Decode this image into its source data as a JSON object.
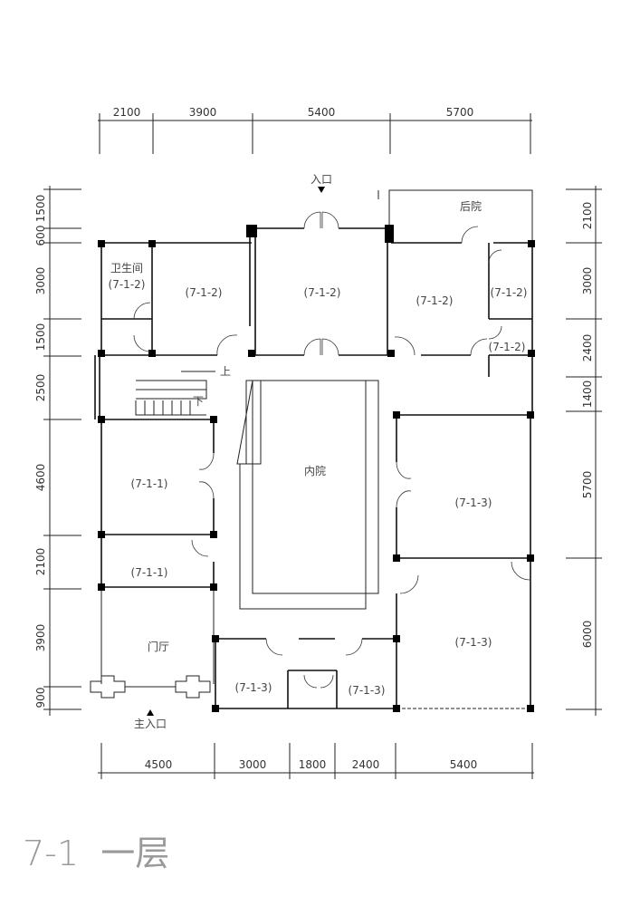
{
  "title": "7-1  一层",
  "dimensions": {
    "top": [
      "2100",
      "3900",
      "5400",
      "5700"
    ],
    "bottom": [
      "4500",
      "3000",
      "1800",
      "2400",
      "5400"
    ],
    "left": [
      "1500",
      "600",
      "3000",
      "1500",
      "2500",
      "4600",
      "2100",
      "3900",
      "900"
    ],
    "right": [
      "2100",
      "3000",
      "2400",
      "1400",
      "5700",
      "6000"
    ]
  },
  "rooms": {
    "bathroom_name": "卫生间",
    "bathroom_code": "(7-1-2)",
    "r_7_1_2_a": "(7-1-2)",
    "r_7_1_2_b": "(7-1-2)",
    "r_7_1_2_c": "(7-1-2)",
    "r_7_1_2_d": "(7-1-2)",
    "r_7_1_2_e": "(7-1-2)",
    "r_7_1_1_a": "(7-1-1)",
    "r_7_1_1_b": "(7-1-1)",
    "r_7_1_3_a": "(7-1-3)",
    "r_7_1_3_b": "(7-1-3)",
    "r_7_1_3_c": "(7-1-3)",
    "r_7_1_3_d": "(7-1-3)",
    "courtyard": "内院",
    "back_yard": "后院",
    "foyer": "门厅"
  },
  "entrances": {
    "top_entrance": "入口",
    "main_entrance": "主入口"
  },
  "stairs": {
    "up": "上",
    "down": "下"
  }
}
